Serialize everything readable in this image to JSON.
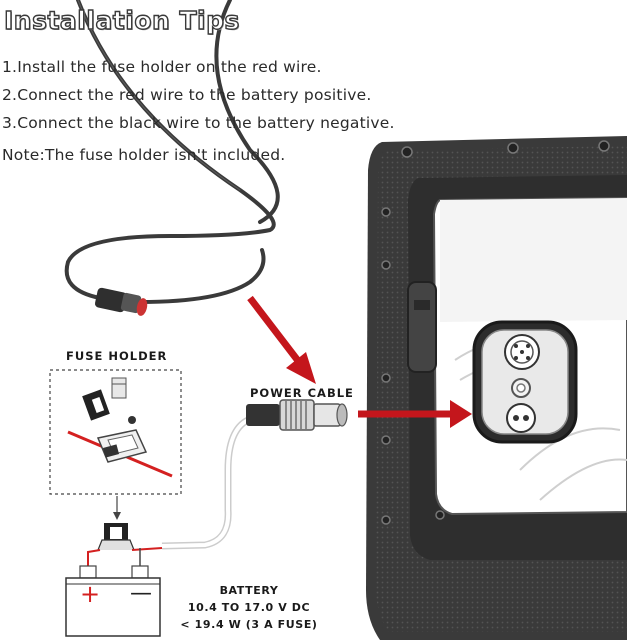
{
  "title": "Installation Tips",
  "steps": [
    "1.Install the fuse holder on the red wire.",
    "2.Connect the red wire to the battery positive.",
    "3.Connect the black wire to the battery negative."
  ],
  "note": "Note:The fuse holder isn't included.",
  "labels": {
    "fuse_holder": "FUSE HOLDER",
    "power_cable": "POWER CABLE"
  },
  "battery": {
    "title": "BATTERY",
    "voltage": "10.4 TO 17.0 V DC",
    "power": "< 19.4 W (3 A FUSE)",
    "plus_symbol": "+",
    "minus_symbol": "—"
  },
  "colors": {
    "arrow": "#c4161c",
    "red_wire": "#d42020",
    "cable": "#3a3a3a",
    "device_body": "#3b3b3b"
  }
}
